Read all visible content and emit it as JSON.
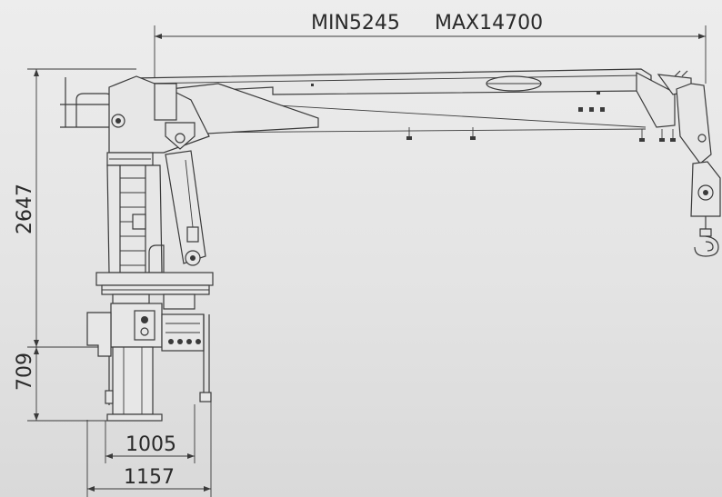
{
  "dimensions": {
    "reach_min": "MIN5245",
    "reach_max": "MAX14700",
    "column_height": "2647",
    "base_height": "709",
    "base_width_inner": "1005",
    "base_width_outer": "1157"
  }
}
